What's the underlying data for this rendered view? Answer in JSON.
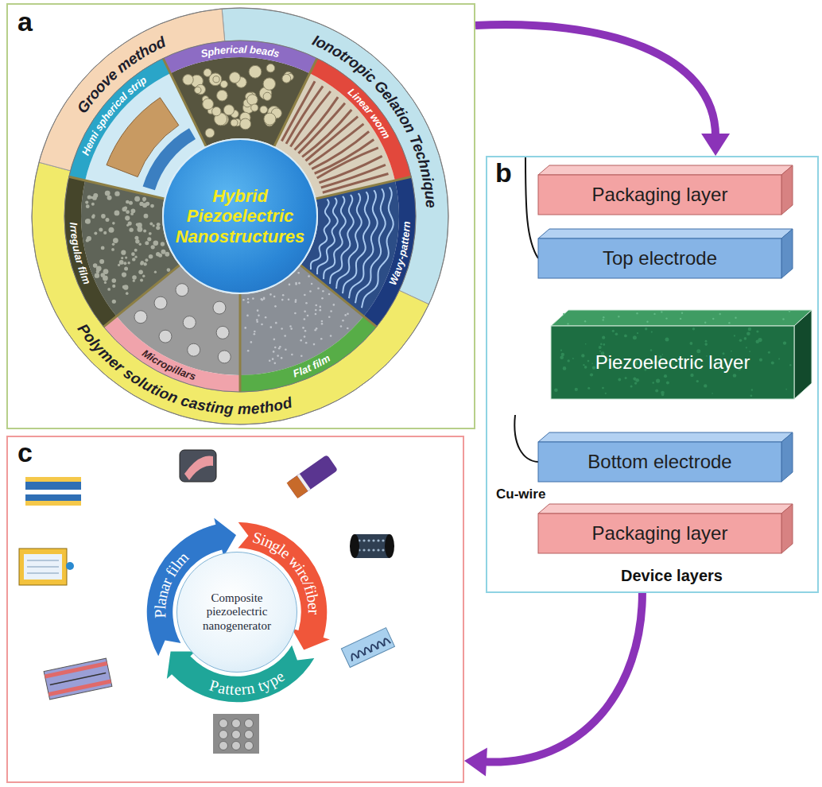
{
  "diagram": {
    "nodes": [
      {
        "text": [
          "a"
        ]
      },
      {
        "text": [
          "Hybrid Piezoelectric Nanostructures"
        ],
        "in": 0
      },
      {
        "text": [
          "Ionotropic Gelation Technique"
        ],
        "in": 0
      },
      {
        "text": [
          "Polymer solution casting method"
        ],
        "in": 0
      },
      {
        "text": [
          "Groove method"
        ],
        "in": 0
      },
      {
        "text": [
          "Spherical beads"
        ],
        "in": 0
      },
      {
        "text": [
          "Linear worm"
        ],
        "in": 0
      },
      {
        "text": [
          "Wavy-pattern"
        ],
        "in": 0
      },
      {
        "text": [
          "Flat film"
        ],
        "in": 0
      },
      {
        "text": [
          "Micropillars"
        ],
        "in": 0
      },
      {
        "text": [
          "Irregular film"
        ],
        "in": 0
      },
      {
        "text": [
          "Hemi spherical strip"
        ],
        "in": 0
      },
      {
        "text": [
          "b",
          "Device layers"
        ]
      },
      {
        "text": [
          "Packaging layer"
        ],
        "in": 12
      },
      {
        "text": [
          "Top electrode"
        ],
        "in": 12
      },
      {
        "text": [
          "Piezoelectric layer"
        ],
        "in": 12
      },
      {
        "text": [
          "Bottom electrode"
        ],
        "in": 12
      },
      {
        "text": [
          "Packaging layer"
        ],
        "in": 12
      },
      {
        "text": [
          "c"
        ]
      },
      {
        "text": [
          "Composite piezoelectric nanogenerator"
        ],
        "in": 18
      },
      {
        "text": [
          "Single wire/fiber"
        ],
        "in": 18
      },
      {
        "text": [
          "Pattern type"
        ],
        "in": 18
      },
      {
        "text": [
          "Planar film"
        ],
        "in": 18
      }
    ],
    "edges": [
      {
        "from": 0,
        "to": 12,
        "arrow": "to"
      },
      {
        "from": 12,
        "to": 18,
        "arrow": "to"
      }
    ],
    "labels": [
      "Cu-wire"
    ]
  }
}
